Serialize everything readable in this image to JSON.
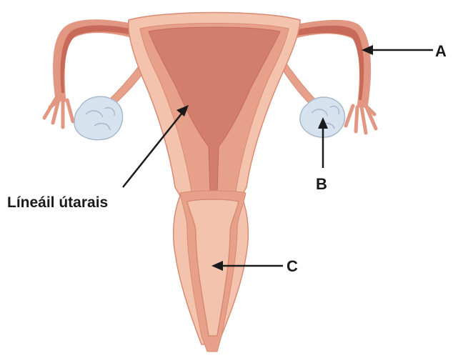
{
  "labels": {
    "a": "A",
    "b": "B",
    "c": "C",
    "lining": "Líneáil útarais"
  },
  "colors": {
    "outer_tissue": "#f3c3ad",
    "outer_edge": "#d98a72",
    "muscle_layer": "#e7a18b",
    "cavity": "#d27e6c",
    "tube_outer": "#e29783",
    "tube_inner": "#c86a59",
    "ovary": "#d6e2ee",
    "ovary_edge": "#a9b9cb",
    "arrow": "#1a1a1a"
  }
}
